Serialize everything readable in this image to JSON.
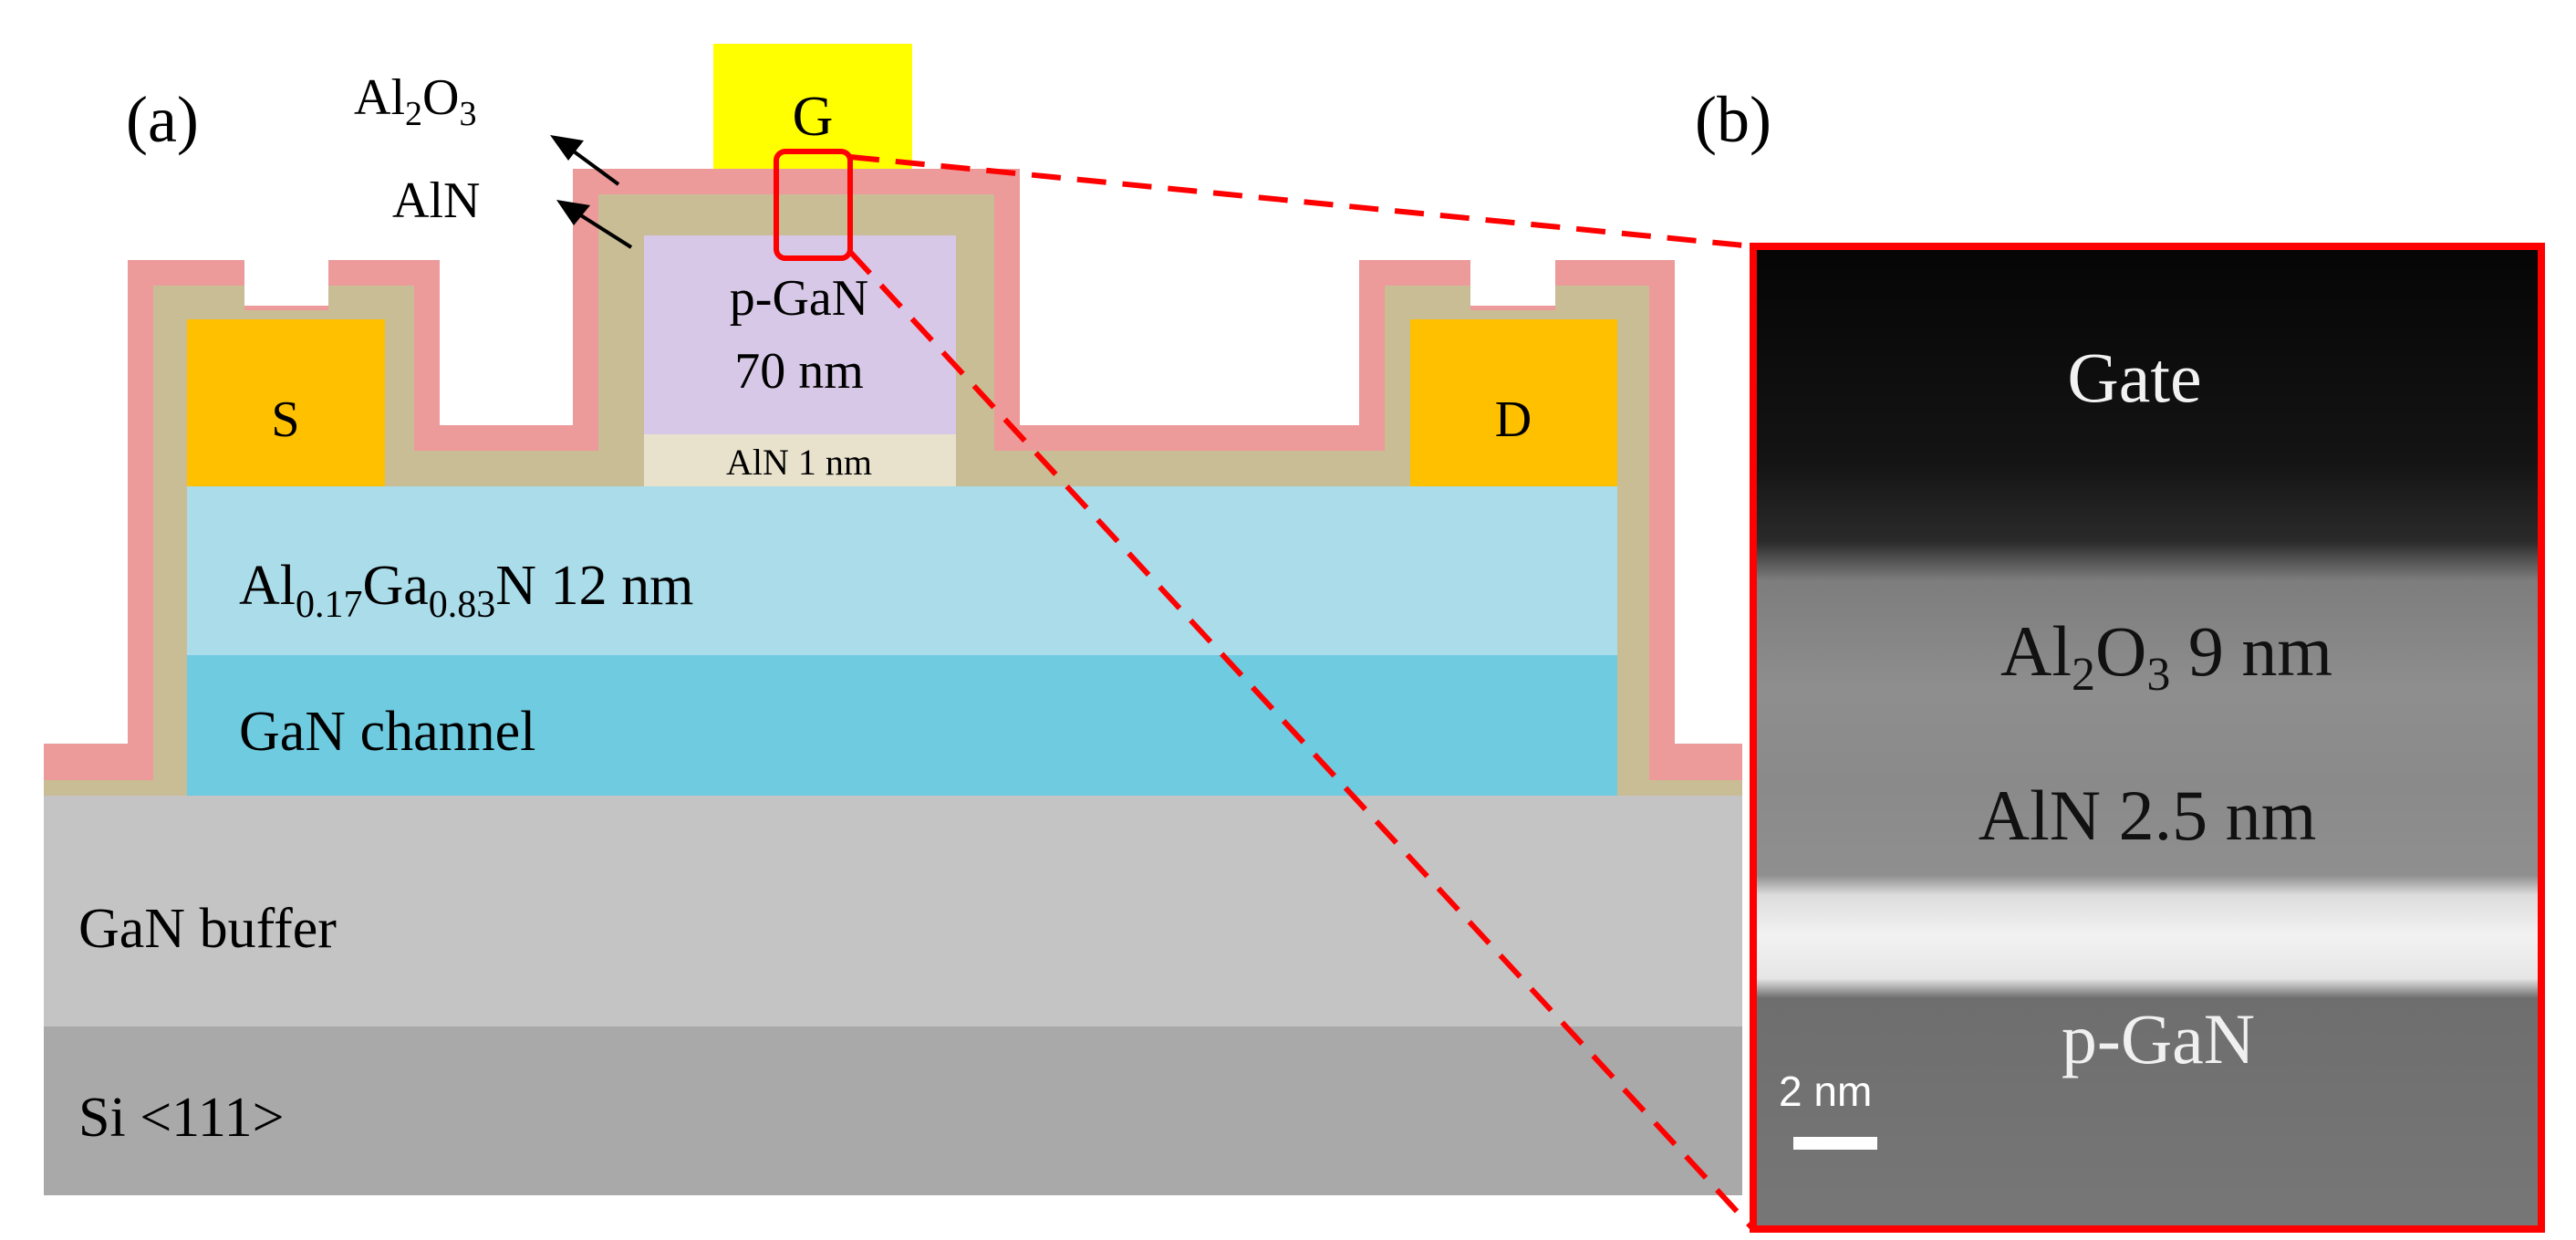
{
  "panel_a": {
    "label": "(a)",
    "electrodes": {
      "gate": "G",
      "source": "S",
      "drain": "D"
    },
    "passivation": {
      "top_layer": "Al2O3",
      "bottom_layer": "AlN"
    },
    "layers": {
      "p_gan_line1": "p-GaN",
      "p_gan_line2": "70 nm",
      "aln_interlayer": "AlN 1 nm",
      "barrier_al": "Al",
      "barrier_sub_al": "0.17",
      "barrier_ga": "Ga",
      "barrier_sub_ga": "0.83",
      "barrier_rest": "N 12 nm",
      "channel": "GaN channel",
      "buffer": "GaN buffer",
      "substrate": "Si <111>"
    }
  },
  "panel_b": {
    "label": "(b)",
    "gate": "Gate",
    "al2o3": "Al2O3 9 nm",
    "aln": "AlN 2.5 nm",
    "pgan": "p-GaN",
    "scale_bar": "2 nm"
  },
  "colors": {
    "gate_metal": "#ffff00",
    "source_drain_metal": "#ffc000",
    "al2o3_layer": "#ec9a9a",
    "aln_layer": "#c9bd95",
    "p_gan": "#d6c8e6",
    "aln_interlayer": "#e8e1cc",
    "algan_barrier": "#aadcea",
    "gan_channel": "#6fcbe0",
    "gan_buffer": "#c4c4c4",
    "si_substrate": "#a9a9a9",
    "zoom_lines": "#ff0000"
  }
}
